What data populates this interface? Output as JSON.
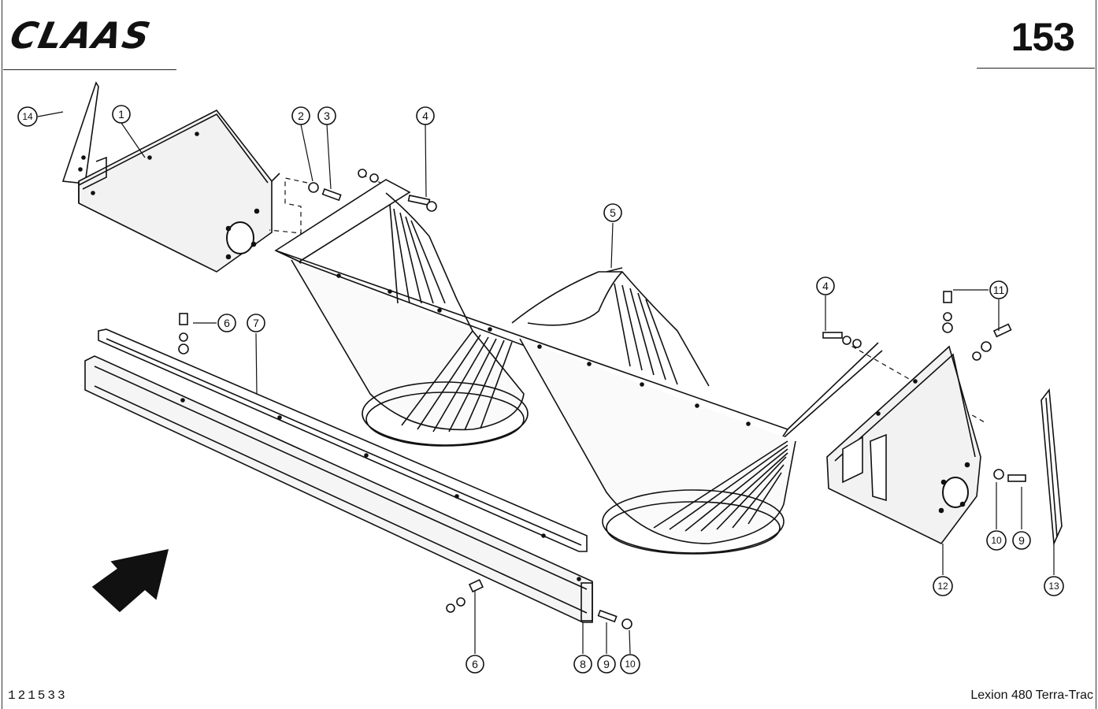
{
  "header": {
    "brand": "CLAAS",
    "page_number": "153"
  },
  "footer": {
    "drawing_number": "121533",
    "model": "Lexion 480 Terra-Trac"
  },
  "callouts": [
    "1",
    "2",
    "3",
    "4",
    "5",
    "4",
    "6",
    "7",
    "11",
    "14",
    "6",
    "8",
    "9",
    "10",
    "10",
    "9",
    "12",
    "13"
  ]
}
